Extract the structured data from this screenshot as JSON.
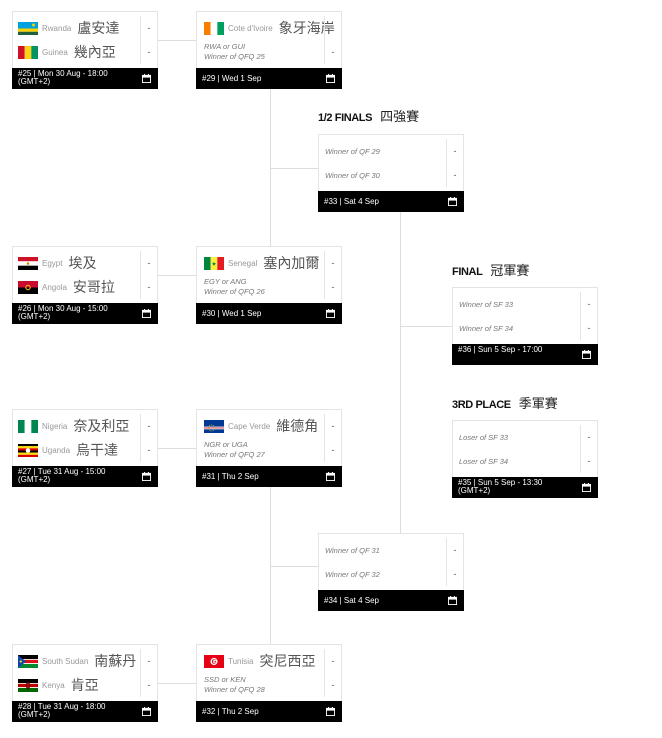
{
  "colors": {
    "footer_bg": "#000000",
    "footer_text": "#ffffff",
    "connector": "#dddddd",
    "border": "#e4e4e4"
  },
  "headers": {
    "semifinals": {
      "label": "1/2 FINALS",
      "label_zh": "四強賽"
    },
    "final": {
      "label": "FINAL",
      "label_zh": "冠軍賽"
    },
    "third_place": {
      "label": "3RD PLACE",
      "label_zh": "季軍賽"
    }
  },
  "matches": {
    "m25": {
      "team1": {
        "name": "Rwanda",
        "name_zh": "盧安達",
        "score": "-",
        "flag_icon": "rwanda-flag-icon"
      },
      "team2": {
        "name": "Guinea",
        "name_zh": "幾內亞",
        "score": "-",
        "flag_icon": "guinea-flag-icon"
      },
      "info": "#25 | Mon 30 Aug - 18:00",
      "tz": "(GMT+2)"
    },
    "m26": {
      "team1": {
        "name": "Egypt",
        "name_zh": "埃及",
        "score": "-",
        "flag_icon": "egypt-flag-icon"
      },
      "team2": {
        "name": "Angola",
        "name_zh": "安哥拉",
        "score": "-",
        "flag_icon": "angola-flag-icon"
      },
      "info": "#26 | Mon 30 Aug - 15:00",
      "tz": "(GMT+2)"
    },
    "m27": {
      "team1": {
        "name": "Nigeria",
        "name_zh": "奈及利亞",
        "score": "-",
        "flag_icon": "nigeria-flag-icon"
      },
      "team2": {
        "name": "Uganda",
        "name_zh": "烏干達",
        "score": "-",
        "flag_icon": "uganda-flag-icon"
      },
      "info": "#27 | Tue 31 Aug - 15:00",
      "tz": "(GMT+2)"
    },
    "m28": {
      "team1": {
        "name": "South Sudan",
        "name_zh": "南蘇丹",
        "score": "-",
        "flag_icon": "south-sudan-flag-icon"
      },
      "team2": {
        "name": "Kenya",
        "name_zh": "肯亞",
        "score": "-",
        "flag_icon": "kenya-flag-icon"
      },
      "info": "#28 | Tue 31 Aug - 18:00",
      "tz": "(GMT+2)"
    },
    "m29": {
      "team1": {
        "name": "Cote d'Ivoire",
        "name_zh": "象牙海岸",
        "score": "-",
        "flag_icon": "ivory-coast-flag-icon"
      },
      "team2": {
        "line1": "RWA or GUI",
        "line2": "Winner of QFQ 25",
        "score": "-"
      },
      "info": "#29 | Wed 1 Sep"
    },
    "m30": {
      "team1": {
        "name": "Senegal",
        "name_zh": "塞內加爾",
        "score": "-",
        "flag_icon": "senegal-flag-icon"
      },
      "team2": {
        "line1": "EGY or ANG",
        "line2": "Winner of QFQ 26",
        "score": "-"
      },
      "info": "#30 | Wed 1 Sep"
    },
    "m31": {
      "team1": {
        "name": "Cape Verde",
        "name_zh": "維德角",
        "score": "-",
        "flag_icon": "cape-verde-flag-icon"
      },
      "team2": {
        "line1": "NGR or UGA",
        "line2": "Winner of QFQ 27",
        "score": "-"
      },
      "info": "#31 | Thu 2 Sep"
    },
    "m32": {
      "team1": {
        "name": "Tunisia",
        "name_zh": "突尼西亞",
        "score": "-",
        "flag_icon": "tunisia-flag-icon"
      },
      "team2": {
        "line1": "SSD or KEN",
        "line2": "Winner of QFQ 28",
        "score": "-"
      },
      "info": "#32 | Thu 2 Sep"
    },
    "m33": {
      "team1": {
        "label": "Winner of QF 29",
        "score": "-"
      },
      "team2": {
        "label": "Winner of QF 30",
        "score": "-"
      },
      "info": "#33 | Sat 4 Sep"
    },
    "m34": {
      "team1": {
        "label": "Winner of QF 31",
        "score": "-"
      },
      "team2": {
        "label": "Winner of QF 32",
        "score": "-"
      },
      "info": "#34 | Sat 4 Sep"
    },
    "m36": {
      "team1": {
        "label": "Winner of SF 33",
        "score": "-"
      },
      "team2": {
        "label": "Winner of SF 34",
        "score": "-"
      },
      "info": "#36 | Sun 5 Sep - 17:00"
    },
    "m35": {
      "team1": {
        "label": "Loser of SF 33",
        "score": "-"
      },
      "team2": {
        "label": "Loser of SF 34",
        "score": "-"
      },
      "info": "#35 | Sun 5 Sep - 13:30",
      "tz": "(GMT+2)"
    }
  }
}
